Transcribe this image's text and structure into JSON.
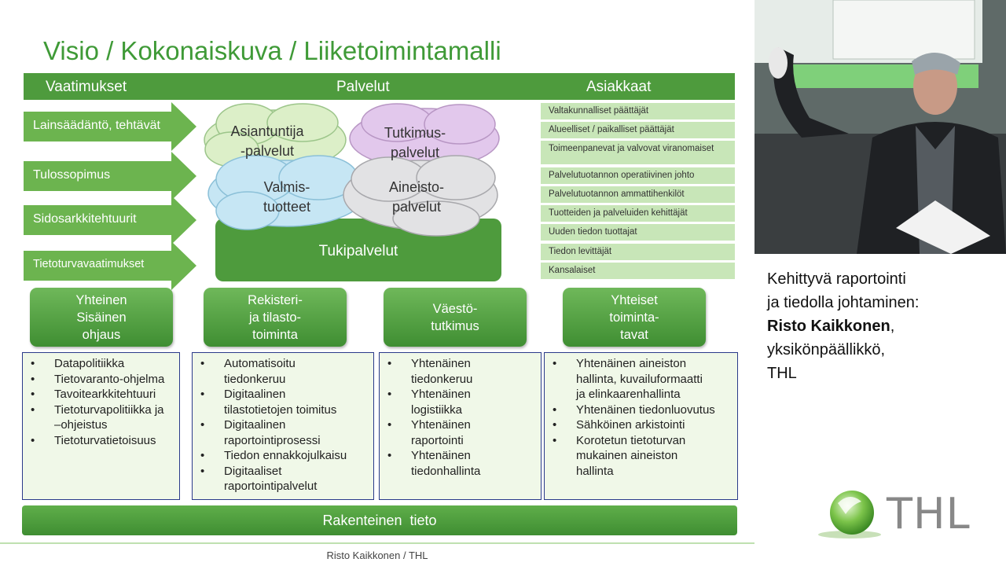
{
  "slide": {
    "title": "Visio / Kokonaiskuva / Liiketoimintamalli",
    "header": {
      "col1": "Vaatimukset",
      "col2": "Palvelut",
      "col3": "Asiakkaat"
    },
    "requirements": [
      "Lainsäädäntö, tehtävät",
      "Tulossopimus",
      "Sidosarkkitehtuurit",
      "Tietoturvavaatimukset"
    ],
    "services": {
      "c1a": "Asiantuntija",
      "c1b": "-palvelut",
      "c2a": "Tutkimus-",
      "c2b": "palvelut",
      "c3a": "Valmis-",
      "c3b": "tuotteet",
      "c4a": "Aineisto-",
      "c4b": "palvelut",
      "support": "Tukipalvelut"
    },
    "customers": [
      "Valtakunnalliset päättäjät",
      "Alueelliset / paikalliset päättäjät",
      "Toimeenpanevat ja valvovat viranomaiset",
      "Palvelutuotannon operatiivinen johto",
      "Palvelutuotannon ammattihenkilöt",
      "Tuotteiden ja palveluiden kehittäjät",
      "Uuden tiedon tuottajat",
      "Tiedon levittäjät",
      "Kansalaiset"
    ],
    "areas": [
      {
        "l1": "Yhteinen",
        "l2": "Sisäinen",
        "l3": "ohjaus",
        "items": [
          "Datapolitiikka",
          "Tietovaranto-ohjelma",
          "Tavoitearkkitehtuuri",
          "Tietoturvapolitiikka ja",
          "–ohjeistus",
          "Tietoturvatietoisuus"
        ]
      },
      {
        "l1": "Rekisteri-",
        "l2": "ja tilasto-",
        "l3": "toiminta",
        "items": [
          "Automatisoitu",
          "tiedonkeruu",
          "Digitaalinen",
          "tilastotietojen toimitus",
          "Digitaalinen",
          "raportointiprosessi",
          "Tiedon ennakkojulkaisu",
          "Digitaaliset",
          "raportointipalvelut"
        ]
      },
      {
        "l1": "Väestö-",
        "l2": "tutkimus",
        "items": [
          "Yhtenäinen",
          "tiedonkeruu",
          "Yhtenäinen",
          "logistiikka",
          "Yhtenäinen",
          "raportointi",
          "Yhtenäinen",
          "tiedonhallinta"
        ]
      },
      {
        "l1": "Yhteiset",
        "l2": "toiminta-",
        "l3": "tavat",
        "items": [
          "Yhtenäinen aineiston",
          "hallinta, kuvailuformaatti",
          "ja elinkaarenhallinta",
          "Yhtenäinen tiedonluovutus",
          "Sähköinen arkistointi",
          "Korotetun tietoturvan",
          "mukainen aineiston",
          "hallinta"
        ]
      }
    ],
    "bottom": "Rakenteinen  tieto",
    "footer": "Risto Kaikkonen / THL"
  },
  "caption": {
    "line1": "Kehittyvä raportointi",
    "line2": "ja tiedolla johtaminen:",
    "speaker": "Risto Kaikkonen",
    "speaker_suffix": ",",
    "line4": "yksikönpäällikkö,",
    "line5": "THL"
  },
  "logo": {
    "text": "THL"
  },
  "colors": {
    "green": "#4e9b3d",
    "light_green": "#c8e6b8",
    "title_green": "#3f9a37"
  }
}
